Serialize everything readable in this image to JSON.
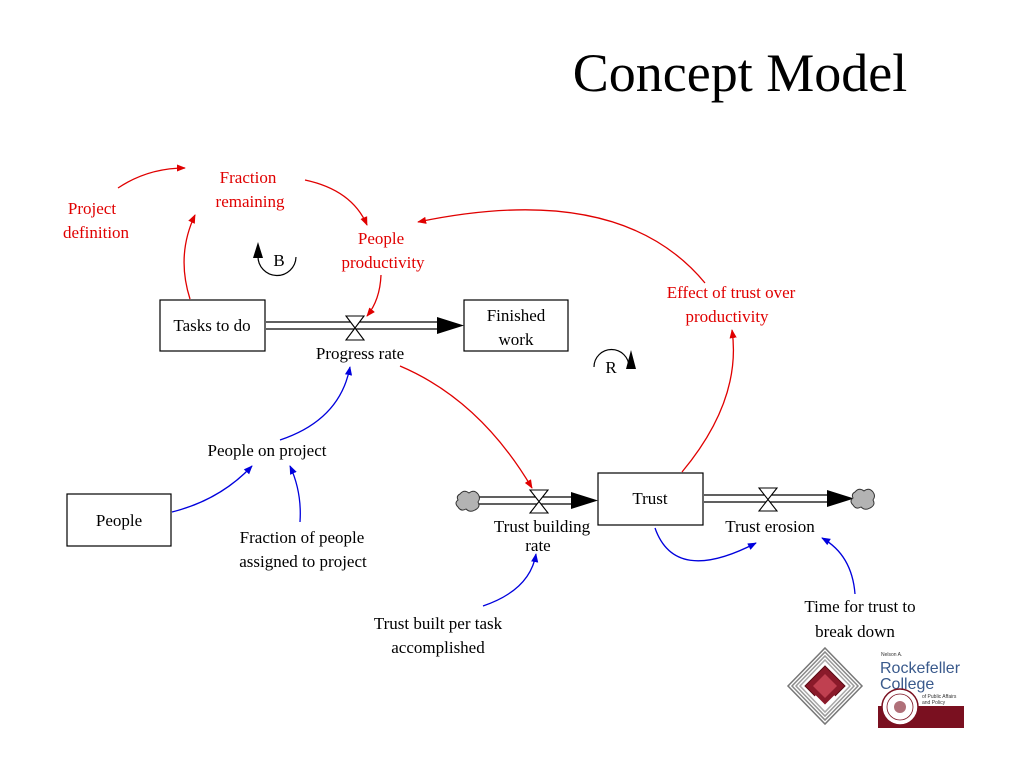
{
  "title": "Concept Model",
  "stocks": {
    "tasks_to_do": "Tasks to do",
    "finished_work": [
      "Finished",
      "work"
    ],
    "people": "People",
    "trust": "Trust"
  },
  "flows": {
    "progress_rate": "Progress rate",
    "trust_building_rate": [
      "Trust building",
      "rate"
    ],
    "trust_erosion": "Trust erosion"
  },
  "variables": {
    "project_definition": [
      "Project",
      "definition"
    ],
    "fraction_remaining": [
      "Fraction",
      "remaining"
    ],
    "people_productivity": [
      "People",
      "productivity"
    ],
    "effect_of_trust": [
      "Effect of trust over",
      "productivity"
    ],
    "people_on_project": "People on project",
    "fraction_of_people": [
      "Fraction of people",
      "assigned to project"
    ],
    "trust_built_per_task": [
      "Trust built per task",
      "accomplished"
    ],
    "time_for_trust": [
      "Time for trust to",
      "break down"
    ]
  },
  "loops": {
    "balancing": "B",
    "reinforcing": "R"
  },
  "logo": {
    "small": "Nelson A.",
    "line1": "Rockefeller",
    "line2": "College",
    "sub1": "of Public Affairs",
    "sub2": "and Policy"
  },
  "colors": {
    "red": "#e00000",
    "blue": "#0000dd",
    "black": "#000000",
    "maroon": "#7a1020"
  }
}
